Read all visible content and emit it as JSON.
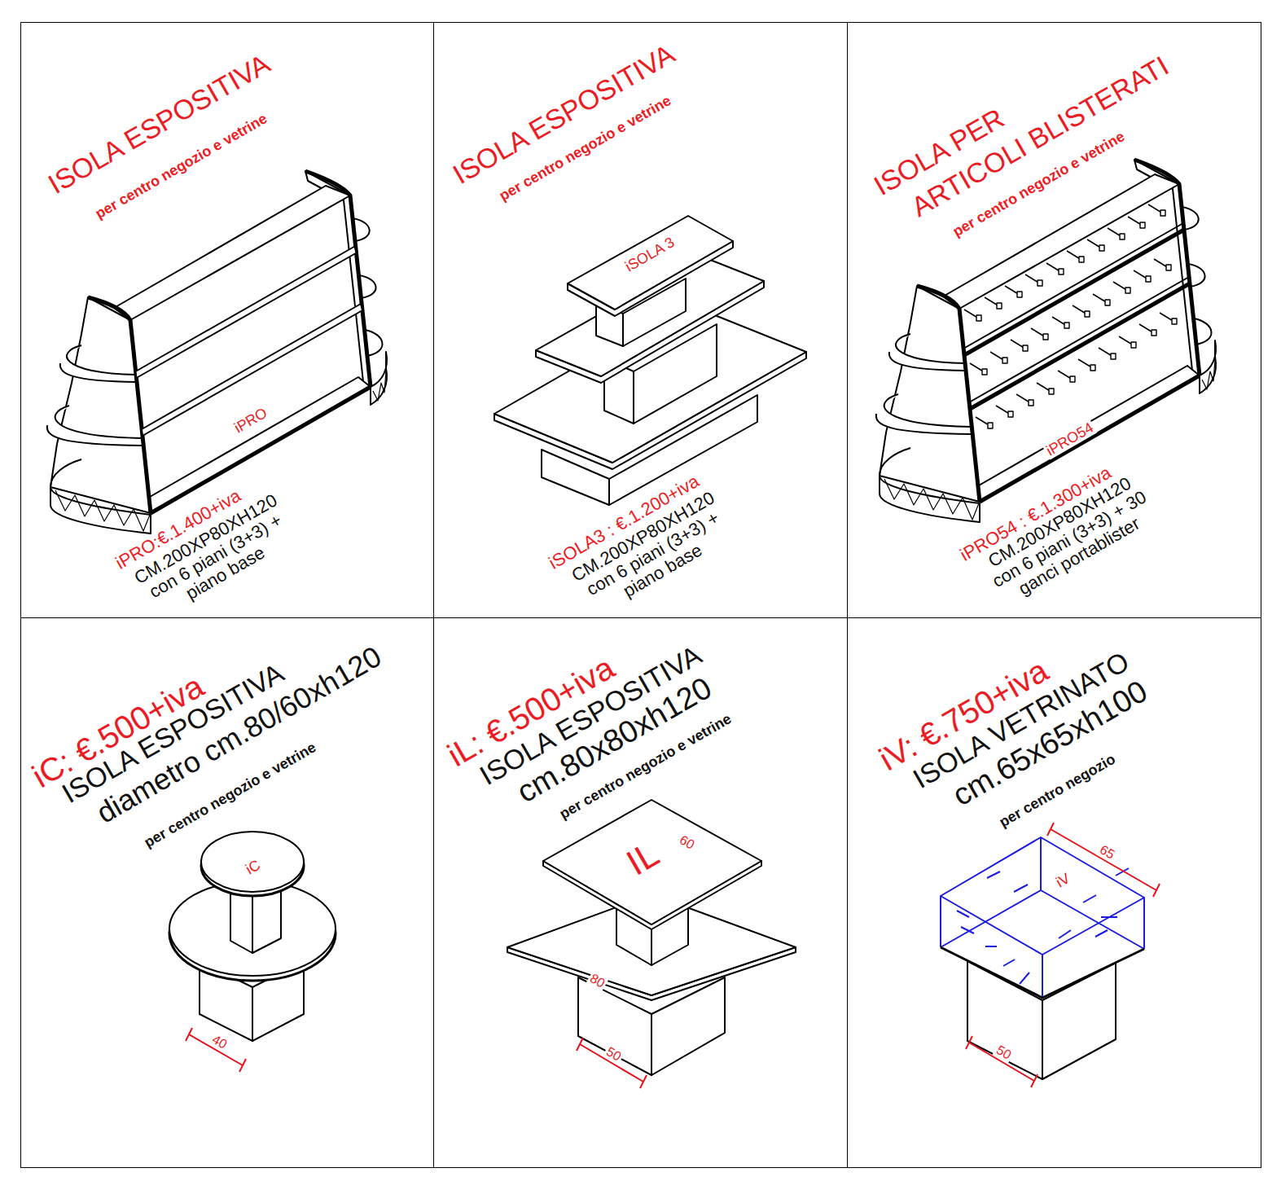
{
  "diagram": {
    "nodes": [
      {
        "text": [
          "ISOLA ESPOSITIVA",
          "per centro negozio e vetrine",
          "iPRO:€.1.400+iva",
          "CM.200XP80XH120 con 6 piani (3+3) + piano base"
        ]
      },
      {
        "text": [
          "ISOLA ESPOSITIVA",
          "per centro negozio e vetrine",
          "iSOLA3 : €.1.200+iva",
          "CM.200XP80XH120 con 6 piani (3+3) + piano base"
        ]
      },
      {
        "text": [
          "ISOLA PER",
          "ARTICOLI BLISTERATI",
          "per centro negozio e vetrine",
          "iPRO54 : €.1.300+iva",
          "CM.200XP80XH120 con 6 piani (3+3) + 30 ganci portablister"
        ]
      },
      {
        "text": [
          "iC: €.500+iva",
          "ISOLA ESPOSITIVA",
          "diametro cm.80/60xh120",
          "per centro negozio e vetrine"
        ]
      },
      {
        "text": [
          "iL: €.500+iva",
          "ISOLA ESPOSITIVA",
          "cm.80x80xh120",
          "per centro negozio e vetrine"
        ]
      },
      {
        "text": [
          "iV: €.750+iva",
          "ISOLA VETRINATO",
          "cm.65x65xh100",
          "per centro negozio"
        ]
      }
    ],
    "labels": [
      "iPRO",
      "iSOLA 3",
      "iPRO54",
      "iC",
      "40",
      "IL",
      "60",
      "80",
      "50",
      "iV",
      "65",
      "50"
    ]
  }
}
